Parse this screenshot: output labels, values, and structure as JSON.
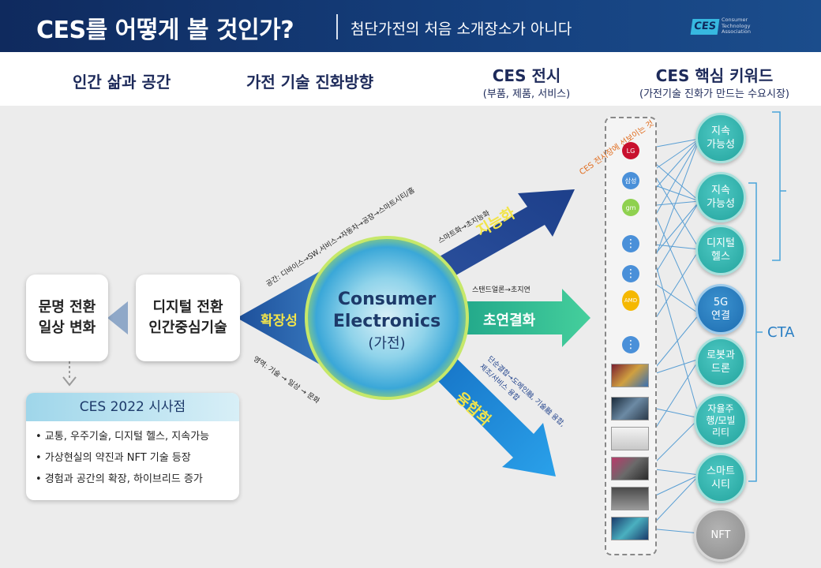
{
  "header": {
    "title": "CES를 어떻게 볼 것인가?",
    "subtitle": "첨단가전의 처음 소개장소가 아니다",
    "logo_badge": "CES",
    "logo_text": "Consumer\nTechnology\nAssociation"
  },
  "columns": {
    "col1": "인간 삶과 공간",
    "col2": "가전 기술 진화방향",
    "col3_title": "CES 전시",
    "col3_sub": "(부품, 제품, 서비스)",
    "col4_title": "CES 핵심 키워드",
    "col4_sub": "(가전기술 진화가 만드는 수요시장)"
  },
  "left": {
    "box1": "문명 전환\n일상 변화",
    "box2": "디지털 전환\n인간중심기술",
    "insight_title": "CES 2022 시사점",
    "insights": [
      "• 교통, 우주기술, 디지털 헬스, 지속가능",
      "• 가상현실의 약진과 NFT 기술 등장",
      "• 경험과 공간의 확장, 하이브리드 증가"
    ]
  },
  "center": {
    "label_line1": "Consumer",
    "label_line2": "Electronics",
    "label_line3": "(가전)",
    "expand": "확장성",
    "space_path": "공간: 디바이스→SW,서비스→자동차→공장→스마트시티/홈",
    "domain_path": "영역: 기술 → 일상 → 문화",
    "intel": "지능화",
    "intel_sub": "스마트화→초지능화",
    "hyper": "초연결화",
    "hyper_sub": "스탠드얼론→초지연",
    "convergence": "융합화",
    "convergence_sub1": "단순결합→도메인融, 기술融 융합,",
    "convergence_sub2": "제조/서비스 융합"
  },
  "exhibit": {
    "caption": "CES 전시장에 선보이는 것",
    "companies": [
      "LG",
      "삼성",
      "gm",
      "AMD"
    ],
    "more_label": "⋮"
  },
  "keywords": {
    "items": [
      "지속\n가능성",
      "지속\n가능성",
      "디지털\n헬스",
      "5G\n연결",
      "로봇과\n드론",
      "자율주\n행/모빌\n리티",
      "스마트\n시티",
      "NFT"
    ],
    "cta": "CTA"
  },
  "colors": {
    "header_bg": "#15407e",
    "intel_arrow": "#1d3f8a",
    "hyper_arrow": "#2fbf8f",
    "conv_arrow": "#1e86d8",
    "keyword_teal": "#22a39d",
    "keyword_blue": "#1d6cb0",
    "keyword_gray": "#8c8c8c"
  }
}
